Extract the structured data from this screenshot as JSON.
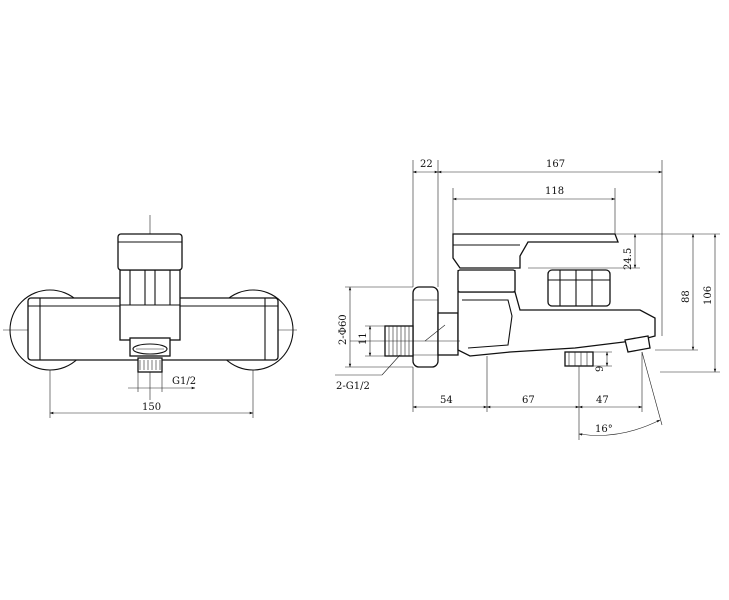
{
  "front_view": {
    "dim_width": "150",
    "dim_thread": "G1/2"
  },
  "side_view": {
    "dim_wall_offset": "22",
    "dim_total_depth": "167",
    "dim_lever_length": "118",
    "dim_lever_height": "24.5",
    "dim_spout_height": "88",
    "dim_total_height": "106",
    "dim_body_diameter": "2-Φ60",
    "dim_small_11": "11",
    "dim_thread_label": "2-G1/2",
    "dim_base_54": "54",
    "dim_mid_67": "67",
    "dim_spout_47": "47",
    "dim_small_9": "9",
    "dim_angle": "16°"
  },
  "colors": {
    "line": "#111111",
    "background": "#ffffff"
  }
}
